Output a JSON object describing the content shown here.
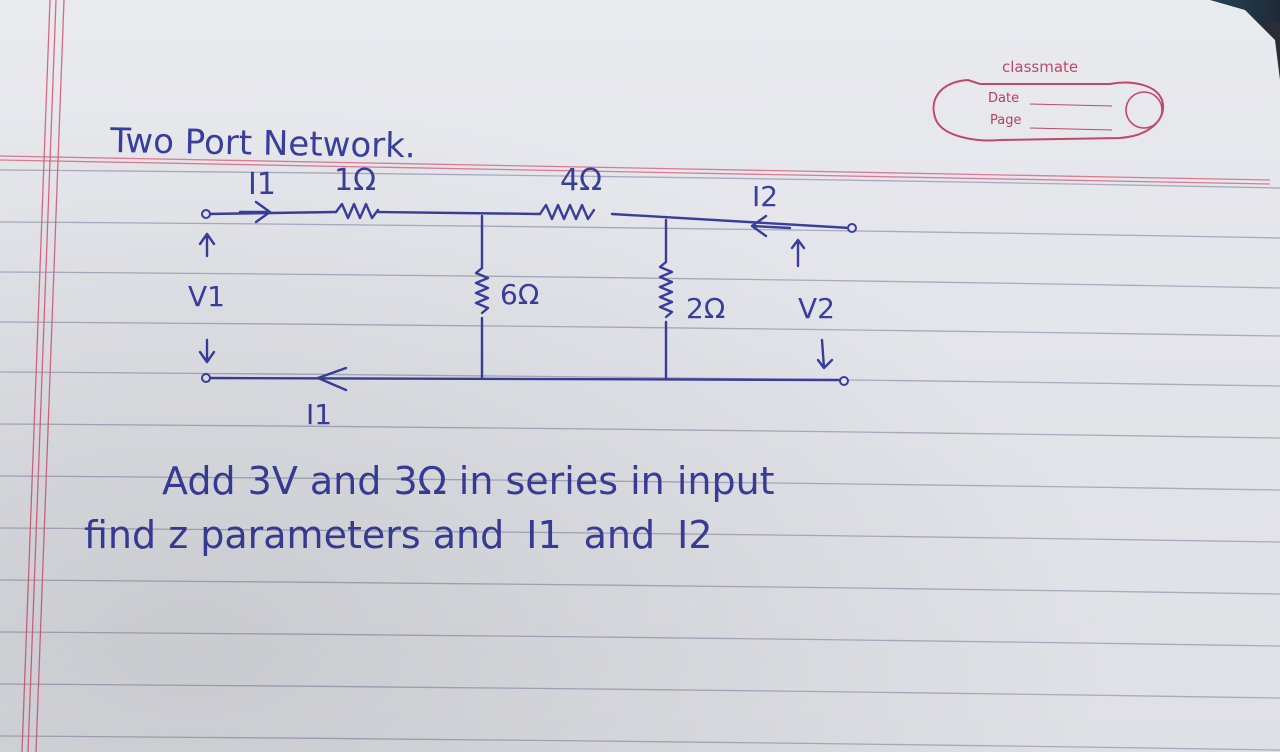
{
  "notebook": {
    "brand": "classmate",
    "date_label": "Date",
    "page_label": "Page",
    "colors": {
      "ink": "#3a3e9c",
      "rule": "#a7abbd",
      "margin": "#d56a84",
      "brand": "#c0496a"
    }
  },
  "heading": "Two Port Network.",
  "circuit": {
    "i1_label": "I1",
    "i2_label": "I2",
    "v1_label": "V1",
    "v2_label": "V2",
    "r1_label": "1Ω",
    "r4_label": "4Ω",
    "r6_label": "6Ω",
    "r2_label": "2Ω",
    "i1_bottom_label": "I1"
  },
  "question": {
    "line1": "Add 3V and 3Ω in series in input",
    "line2_a": "find z parameters and",
    "line2_i1": "I1",
    "line2_and": "and",
    "line2_i2": "I2"
  }
}
